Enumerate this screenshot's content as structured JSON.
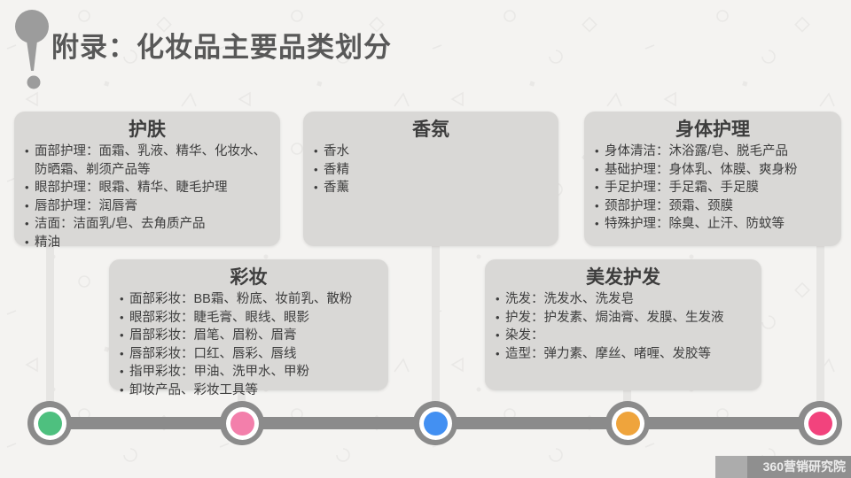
{
  "title": "附录：化妆品主要品类划分",
  "footer": {
    "brand": "360营销研究院"
  },
  "icons": {
    "header": "exclamation-pin-icon"
  },
  "categories": [
    {
      "name": "护肤",
      "dot_color": "#4EC07F",
      "items": [
        "面部护理：面霜、乳液、精华、化妆水、防晒霜、剃须产品等",
        "眼部护理：眼霜、精华、睫毛护理",
        "唇部护理：润唇膏",
        "洁面：洁面乳/皂、去角质产品",
        "精油"
      ]
    },
    {
      "name": "彩妆",
      "dot_color": "#F37FAB",
      "items": [
        "面部彩妆：BB霜、粉底、妆前乳、散粉",
        "眼部彩妆：睫毛膏、眼线、眼影",
        "眉部彩妆：眉笔、眉粉、眉膏",
        "唇部彩妆：口红、唇彩、唇线",
        "指甲彩妆：甲油、洗甲水、甲粉",
        "卸妆产品、彩妆工具等"
      ]
    },
    {
      "name": "香氛",
      "dot_color": "#4390F2",
      "items": [
        "香水",
        "香精",
        "香薰"
      ]
    },
    {
      "name": "美发护发",
      "dot_color": "#EFA43C",
      "items": [
        "洗发：洗发水、洗发皂",
        "护发：护发素、焗油膏、发膜、生发液",
        "染发：",
        "造型：弹力素、摩丝、啫喱、发胶等"
      ]
    },
    {
      "name": "身体护理",
      "dot_color": "#F2437D",
      "items": [
        "身体清洁：沐浴露/皂、脱毛产品",
        "基础护理：身体乳、体膜、爽身粉",
        "手足护理：手足霜、手足膜",
        "颈部护理：颈霜、颈膜",
        "特殊护理：除臭、止汗、防蚊等"
      ]
    }
  ]
}
